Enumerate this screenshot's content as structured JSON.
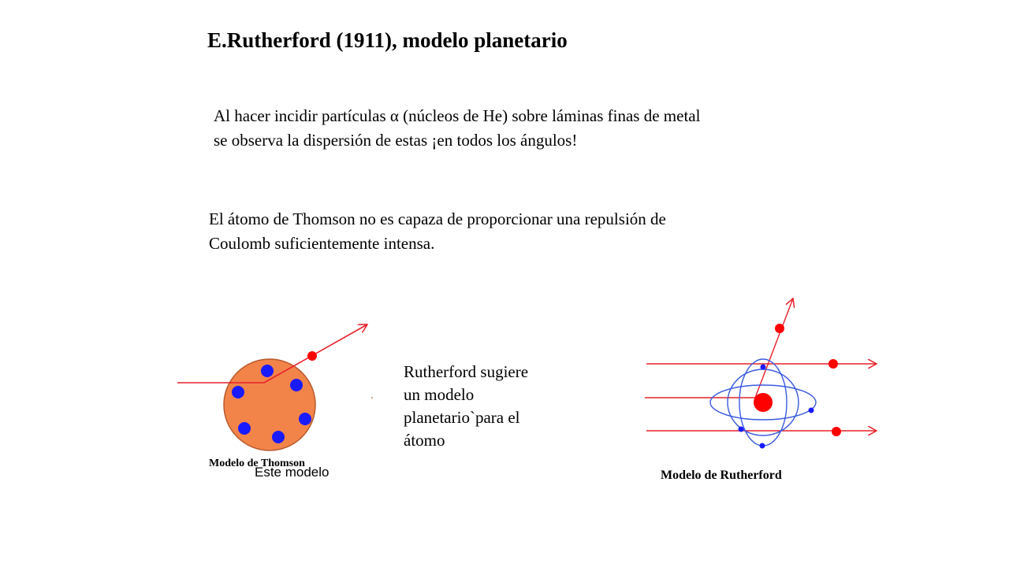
{
  "title": "E.Rutherford (1911), modelo planetario",
  "paragraph1": {
    "line1": "Al hacer incidir partículas α (núcleos de He) sobre láminas finas de metal",
    "line2": "se observa la dispersión de estas ¡en todos los ángulos!"
  },
  "paragraph2": {
    "line1": "El átomo de Thomson no es capaza de proporcionar una repulsión de",
    "line2": "Coulomb suficientemente intensa."
  },
  "side_text": {
    "line1": "Rutherford sugiere",
    "line2": "un modelo",
    "line3": "planetario`para el",
    "line4": "átomo"
  },
  "thomson_caption": "Modelo de Thomson",
  "este_modelo": "Este modelo",
  "rutherford_caption": "Modelo de Rutherford",
  "colors": {
    "arrow_red": "#e8202a",
    "thomson_fill": "#f2844a",
    "electron_blue": "#1a1aff",
    "orbit_blue": "#3a5ae0",
    "nucleus_red": "#ff0000"
  }
}
